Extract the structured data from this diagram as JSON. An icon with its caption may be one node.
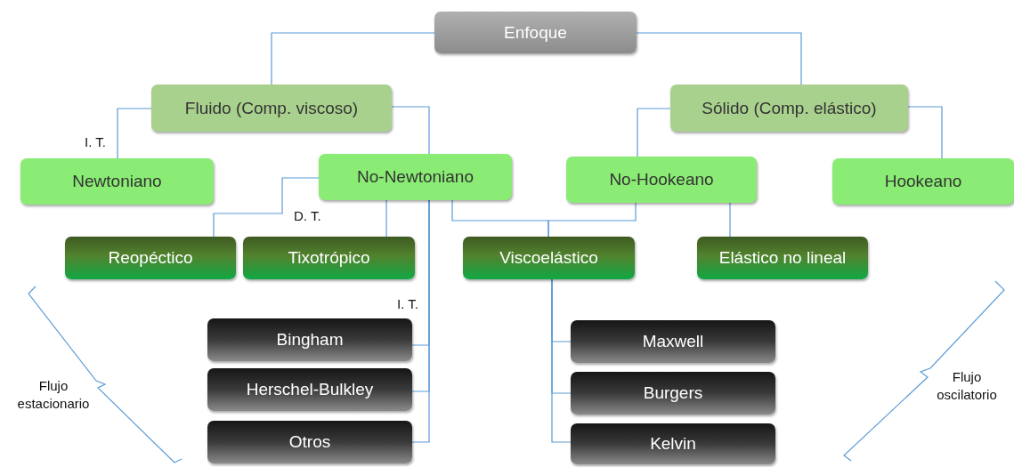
{
  "diagram": {
    "nodes": [
      {
        "text": [
          "Enfoque"
        ]
      },
      {
        "text": [
          "Fluido (Comp. viscoso)"
        ]
      },
      {
        "text": [
          "Sólido (Comp. elástico)"
        ]
      },
      {
        "text": [
          "Newtoniano"
        ]
      },
      {
        "text": [
          "No-Newtoniano"
        ]
      },
      {
        "text": [
          "No-Hookeano"
        ]
      },
      {
        "text": [
          "Hookeano"
        ]
      },
      {
        "text": [
          "Reopéctico"
        ]
      },
      {
        "text": [
          "Tixotrópico"
        ]
      },
      {
        "text": [
          "Viscoelástico"
        ]
      },
      {
        "text": [
          "Elástico no lineal"
        ]
      },
      {
        "text": [
          "Bingham"
        ]
      },
      {
        "text": [
          "Herschel-Bulkley"
        ]
      },
      {
        "text": [
          "Otros"
        ]
      },
      {
        "text": [
          "Maxwell"
        ]
      },
      {
        "text": [
          "Burgers"
        ]
      },
      {
        "text": [
          "Kelvin"
        ]
      }
    ],
    "edges": [
      {
        "from": 0,
        "to": 1,
        "arrow": "none"
      },
      {
        "from": 0,
        "to": 2,
        "arrow": "none"
      },
      {
        "from": 1,
        "to": 3,
        "arrow": "none"
      },
      {
        "from": 1,
        "to": 4,
        "arrow": "none"
      },
      {
        "from": 4,
        "to": 7,
        "arrow": "none"
      },
      {
        "from": 4,
        "to": 8,
        "arrow": "none"
      },
      {
        "from": 4,
        "to": 9,
        "arrow": "none"
      },
      {
        "from": 5,
        "to": 9,
        "arrow": "none"
      },
      {
        "from": 2,
        "to": 5,
        "arrow": "none"
      },
      {
        "from": 2,
        "to": 6,
        "arrow": "none"
      },
      {
        "from": 5,
        "to": 10,
        "arrow": "none"
      },
      {
        "from": 4,
        "to": 11,
        "arrow": "none"
      },
      {
        "from": 4,
        "to": 12,
        "arrow": "none"
      },
      {
        "from": 4,
        "to": 13,
        "arrow": "none"
      },
      {
        "from": 9,
        "to": 14,
        "arrow": "none"
      },
      {
        "from": 9,
        "to": 15,
        "arrow": "none"
      },
      {
        "from": 9,
        "to": 16,
        "arrow": "none"
      }
    ],
    "labels": [
      "I. T.",
      "D. T.",
      "I. T.",
      "Flujo estacionario",
      "Flujo oscilatorio"
    ]
  }
}
